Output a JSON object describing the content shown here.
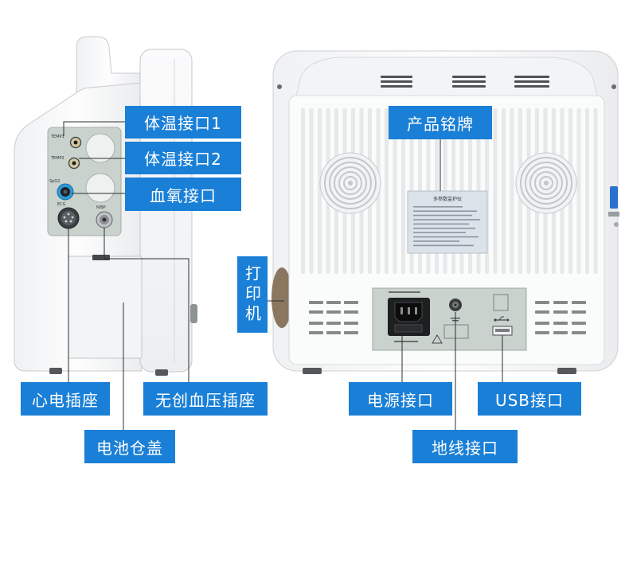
{
  "callouts": {
    "temp1_port": "体温接口1",
    "temp2_port": "体温接口2",
    "spo2_port": "血氧接口",
    "printer": "打印机",
    "ecg_socket": "心电插座",
    "nibp_socket": "无创血压插座",
    "battery_cover": "电池仓盖",
    "nameplate": "产品铭牌",
    "power_port": "电源接口",
    "usb_port": "USB接口",
    "ground_port": "地线接口"
  },
  "side_panel_labels": {
    "temp1": "TEMP1",
    "temp2": "TEMP2",
    "spo2": "SpO2",
    "ecg": "ECG",
    "nibp": "NIBP"
  },
  "nameplate": {
    "title": "多参数监护仪"
  },
  "colors": {
    "callout": "#1a7fd6",
    "callout_text": "#ffffff",
    "connector_panel": "#c9d2cd",
    "spo2_ring": "#2a9ad8",
    "side_button": "#2b6fcf",
    "printer_roll": "#8b7760"
  }
}
